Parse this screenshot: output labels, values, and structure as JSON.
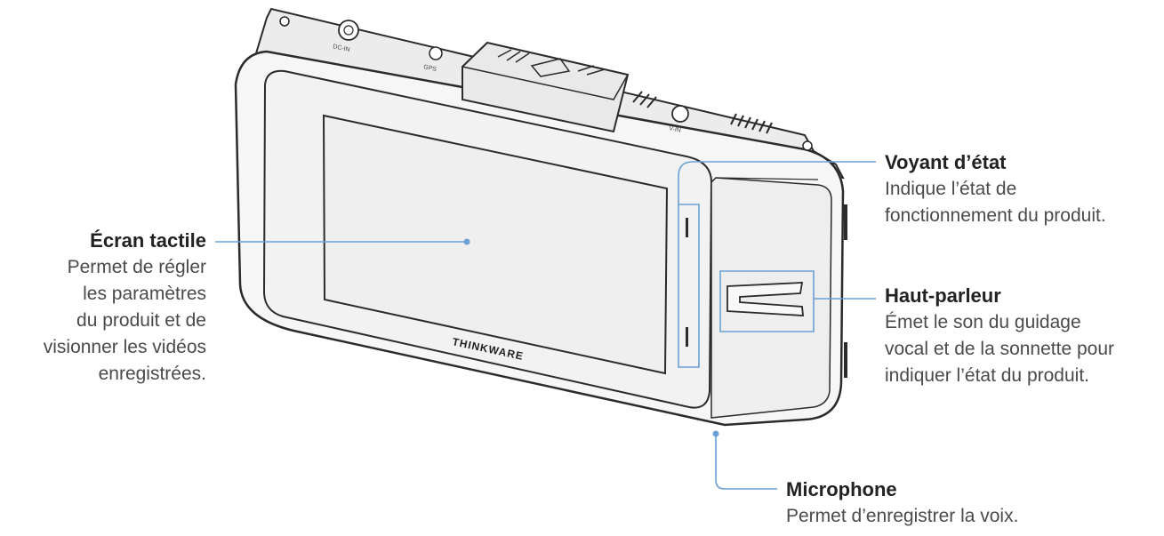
{
  "device": {
    "brand": "THINKWARE",
    "ports": [
      "DC-IN",
      "GPS",
      "V-IN"
    ]
  },
  "callouts": {
    "ecran": {
      "title": "Écran tactile",
      "desc": "Permet de régler\nles paramètres\ndu produit et de\nvisionner les vidéos\nenregistrées."
    },
    "voyant": {
      "title": "Voyant d’état",
      "desc": "Indique l’état de\nfonctionnement du produit."
    },
    "haut_parleur": {
      "title": "Haut-parleur",
      "desc": "Émet le son du guidage\nvocal et de la sonnette pour\nindiquer l’état du produit."
    },
    "microphone": {
      "title": "Microphone",
      "desc": "Permet d’enregistrer la voix."
    }
  },
  "colors": {
    "leader": "#6aa0d6",
    "outline": "#2b2b2b",
    "body": "#f4f4f4"
  }
}
